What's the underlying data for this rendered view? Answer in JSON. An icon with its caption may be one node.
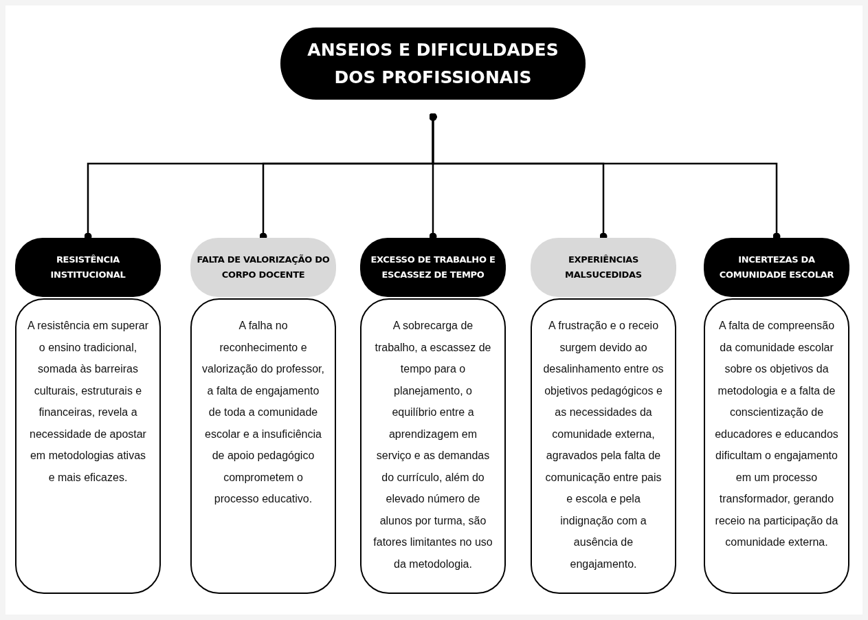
{
  "diagram": {
    "nodes": [
      {
        "text": [
          "ANSEIOS E DIFICULDADES DOS PROFISSIONAIS"
        ]
      },
      {
        "text": [
          "RESISTÊNCIA INSTITUCIONAL"
        ]
      },
      {
        "text": [
          "A resistência em superar o ensino tradicional, somada às barreiras culturais, estruturais e financeiras, revela a necessidade de apostar em metodologias ativas e mais eficazes."
        ]
      },
      {
        "text": [
          "FALTA DE VALORIZAÇÃO DO CORPO DOCENTE"
        ]
      },
      {
        "text": [
          "A falha no reconhecimento e valorização do professor, a falta de engajamento de toda a comunidade escolar e a insuficiência de apoio pedagógico comprometem o processo educativo."
        ]
      },
      {
        "text": [
          "EXCESSO DE TRABALHO E ESCASSEZ DE TEMPO"
        ]
      },
      {
        "text": [
          "A sobrecarga de trabalho, a escassez de tempo para o planejamento, o equilíbrio entre a aprendizagem em serviço e as demandas do currículo, além do elevado número de alunos por turma, são fatores limitantes no uso da metodologia."
        ]
      },
      {
        "text": [
          "EXPERIÊNCIAS MALSUCEDIDAS"
        ]
      },
      {
        "text": [
          "A frustração e o receio surgem devido ao desalinhamento entre os objetivos pedagógicos e as necessidades da comunidade externa, agravados pela falta de comunicação entre pais e escola e pela indignação com a ausência de engajamento."
        ]
      },
      {
        "text": [
          "INCERTEZAS DA COMUNIDADE ESCOLAR"
        ]
      },
      {
        "text": [
          "A falta de compreensão da comunidade escolar sobre os objetivos da metodologia e a falta de conscientização de educadores e educandos dificultam o engajamento em um processo transformador, gerando receio na participação da comunidade externa."
        ]
      }
    ],
    "edges": [
      {
        "from": 0,
        "to": 1,
        "arrow": "other"
      },
      {
        "from": 0,
        "to": 3,
        "arrow": "other"
      },
      {
        "from": 0,
        "to": 5,
        "arrow": "other"
      },
      {
        "from": 0,
        "to": 7,
        "arrow": "other"
      },
      {
        "from": 0,
        "to": 9,
        "arrow": "other"
      }
    ]
  }
}
